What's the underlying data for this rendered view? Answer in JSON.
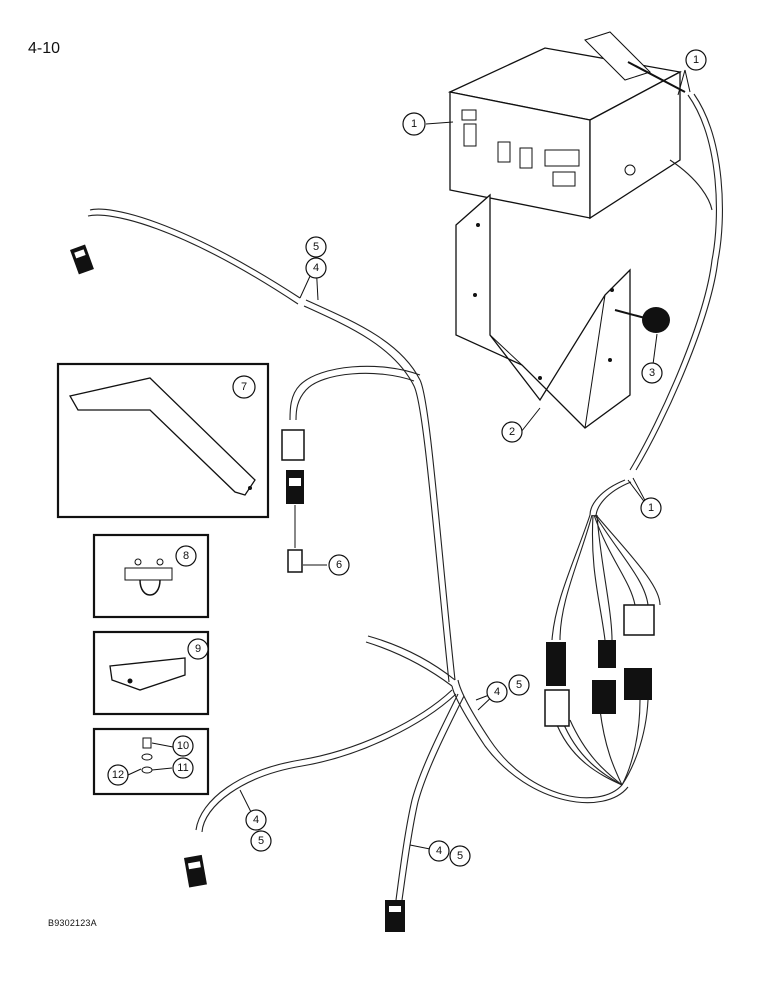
{
  "page_number": "4-10",
  "figure_code": "B9302123A",
  "callouts": {
    "c1a": "1",
    "c1b": "1",
    "c1c": "1",
    "c2": "2",
    "c3": "3",
    "c4a": "4",
    "c5a": "5",
    "c7": "7",
    "c6": "6",
    "c8": "8",
    "c9": "9",
    "c4b": "4",
    "c5b": "5",
    "c10": "10",
    "c11": "11",
    "c12": "12",
    "c4c": "4",
    "c5c": "5",
    "c4d": "4",
    "c5d": "5"
  }
}
